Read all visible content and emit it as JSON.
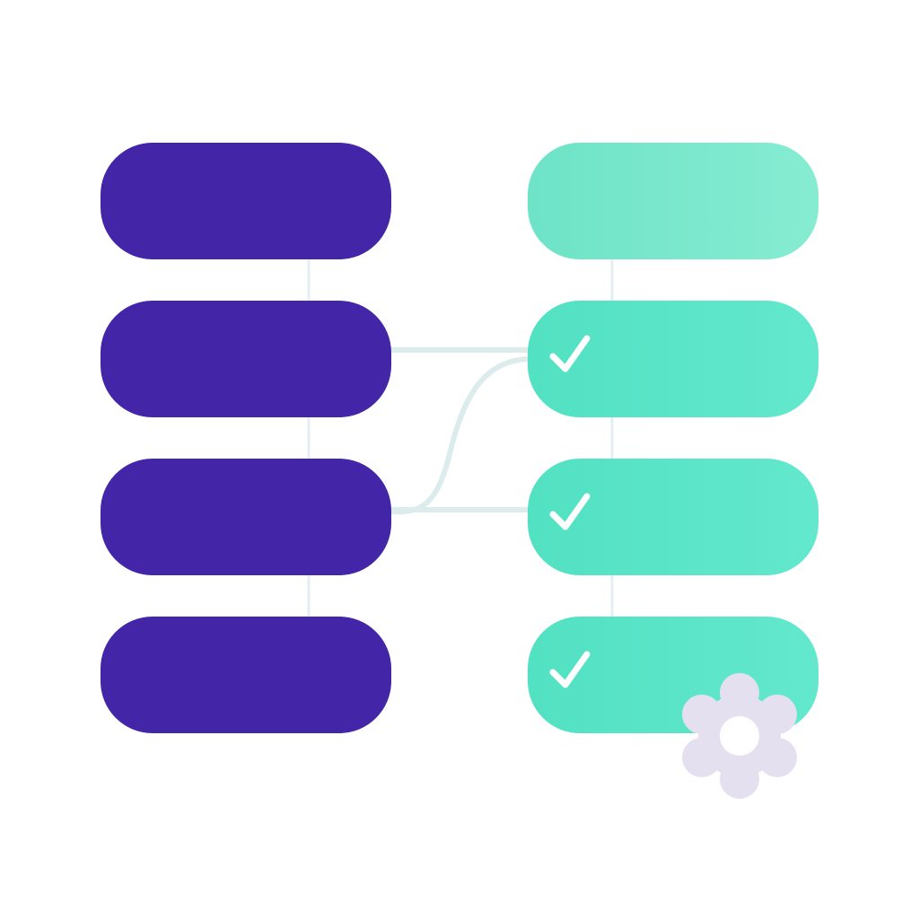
{
  "diagram": {
    "description_kind": "mapping",
    "left_column": {
      "color": "#4326a7",
      "items": [
        {
          "id": "source-1"
        },
        {
          "id": "source-2"
        },
        {
          "id": "source-3"
        },
        {
          "id": "source-4"
        }
      ]
    },
    "right_column": {
      "color": "#5ce4c7",
      "items": [
        {
          "id": "target-1",
          "checked": false
        },
        {
          "id": "target-2",
          "checked": true
        },
        {
          "id": "target-3",
          "checked": true
        },
        {
          "id": "target-4",
          "checked": true
        }
      ]
    },
    "connections": [
      {
        "from": "source-2",
        "to": "target-2"
      },
      {
        "from": "source-3",
        "to": "target-2"
      },
      {
        "from": "source-3",
        "to": "target-3"
      }
    ],
    "icons": {
      "check": "check-icon",
      "settings": "gear-icon"
    },
    "colors": {
      "connector": "#dcecec",
      "check": "#ffffff",
      "gear": "#e4e0f0"
    }
  }
}
